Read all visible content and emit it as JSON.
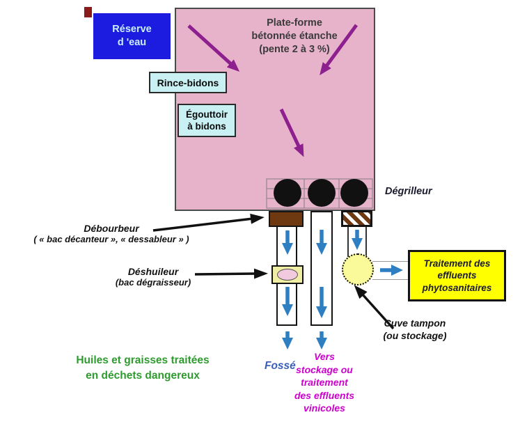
{
  "labels": {
    "reserve": {
      "line1": "Réserve",
      "line2": "d 'eau"
    },
    "platform": {
      "line1": "Plate-forme",
      "line2": "bétonnée étanche",
      "line3": "(pente 2 à 3 %)"
    },
    "rince_bidons": "Rince-bidons",
    "egouttoir": {
      "line1": "Égouttoir",
      "line2": "à bidons"
    },
    "degrilleur": "Dégrilleur",
    "debourbeur": {
      "title": "Débourbeur",
      "subtitle": "( « bac décanteur », « dessableur » )"
    },
    "deshuileur": {
      "title": "Déshuileur",
      "subtitle": "(bac dégraisseur)"
    },
    "traitement": {
      "line1": "Traitement des",
      "line2": "effluents",
      "line3": "phytosanitaires"
    },
    "cuve_tampon": {
      "line1": "Cuve tampon",
      "line2": "(ou stockage)"
    },
    "huiles": {
      "line1": "Huiles et graisses traitées",
      "line2": "en déchets dangereux"
    },
    "fosse": "Fossé",
    "vers_stockage": {
      "line1": "Vers",
      "line2": "stockage ou",
      "line3": "traitement",
      "line4": "des effluents",
      "line5": "vinicoles"
    }
  },
  "colors": {
    "platform_fill": "#E6B3CB",
    "cyan_box_fill": "#C9F0F2",
    "reserve_blue": "#1C1CE0",
    "reserve_text": "#C9EFFF",
    "treatment_yellow": "#FFFF00",
    "tampon_pale_yellow": "#FAFA9B",
    "deshuileur_pale_yellow": "#F0EDA5",
    "sludge_brown": "#6E3811",
    "slope_arrow_purple": "#8E1F8E",
    "flow_arrow_blue": "#2E7FC2",
    "note_green": "#2E9B2E",
    "note_magenta": "#CC00CC",
    "fosse_blue": "#3A5FB8"
  }
}
